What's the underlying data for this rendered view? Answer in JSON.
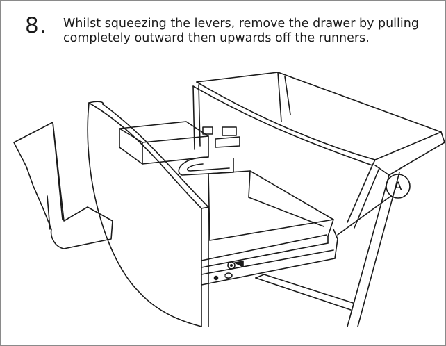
{
  "instruction": {
    "step_number": "8.",
    "text": "Whilst squeezing the levers, remove the drawer by pulling completely outward then upwards off the runners."
  },
  "illustration": {
    "callout_label": "A",
    "line_color": "#1a1a1a",
    "border_color": "#8a8a8a"
  }
}
